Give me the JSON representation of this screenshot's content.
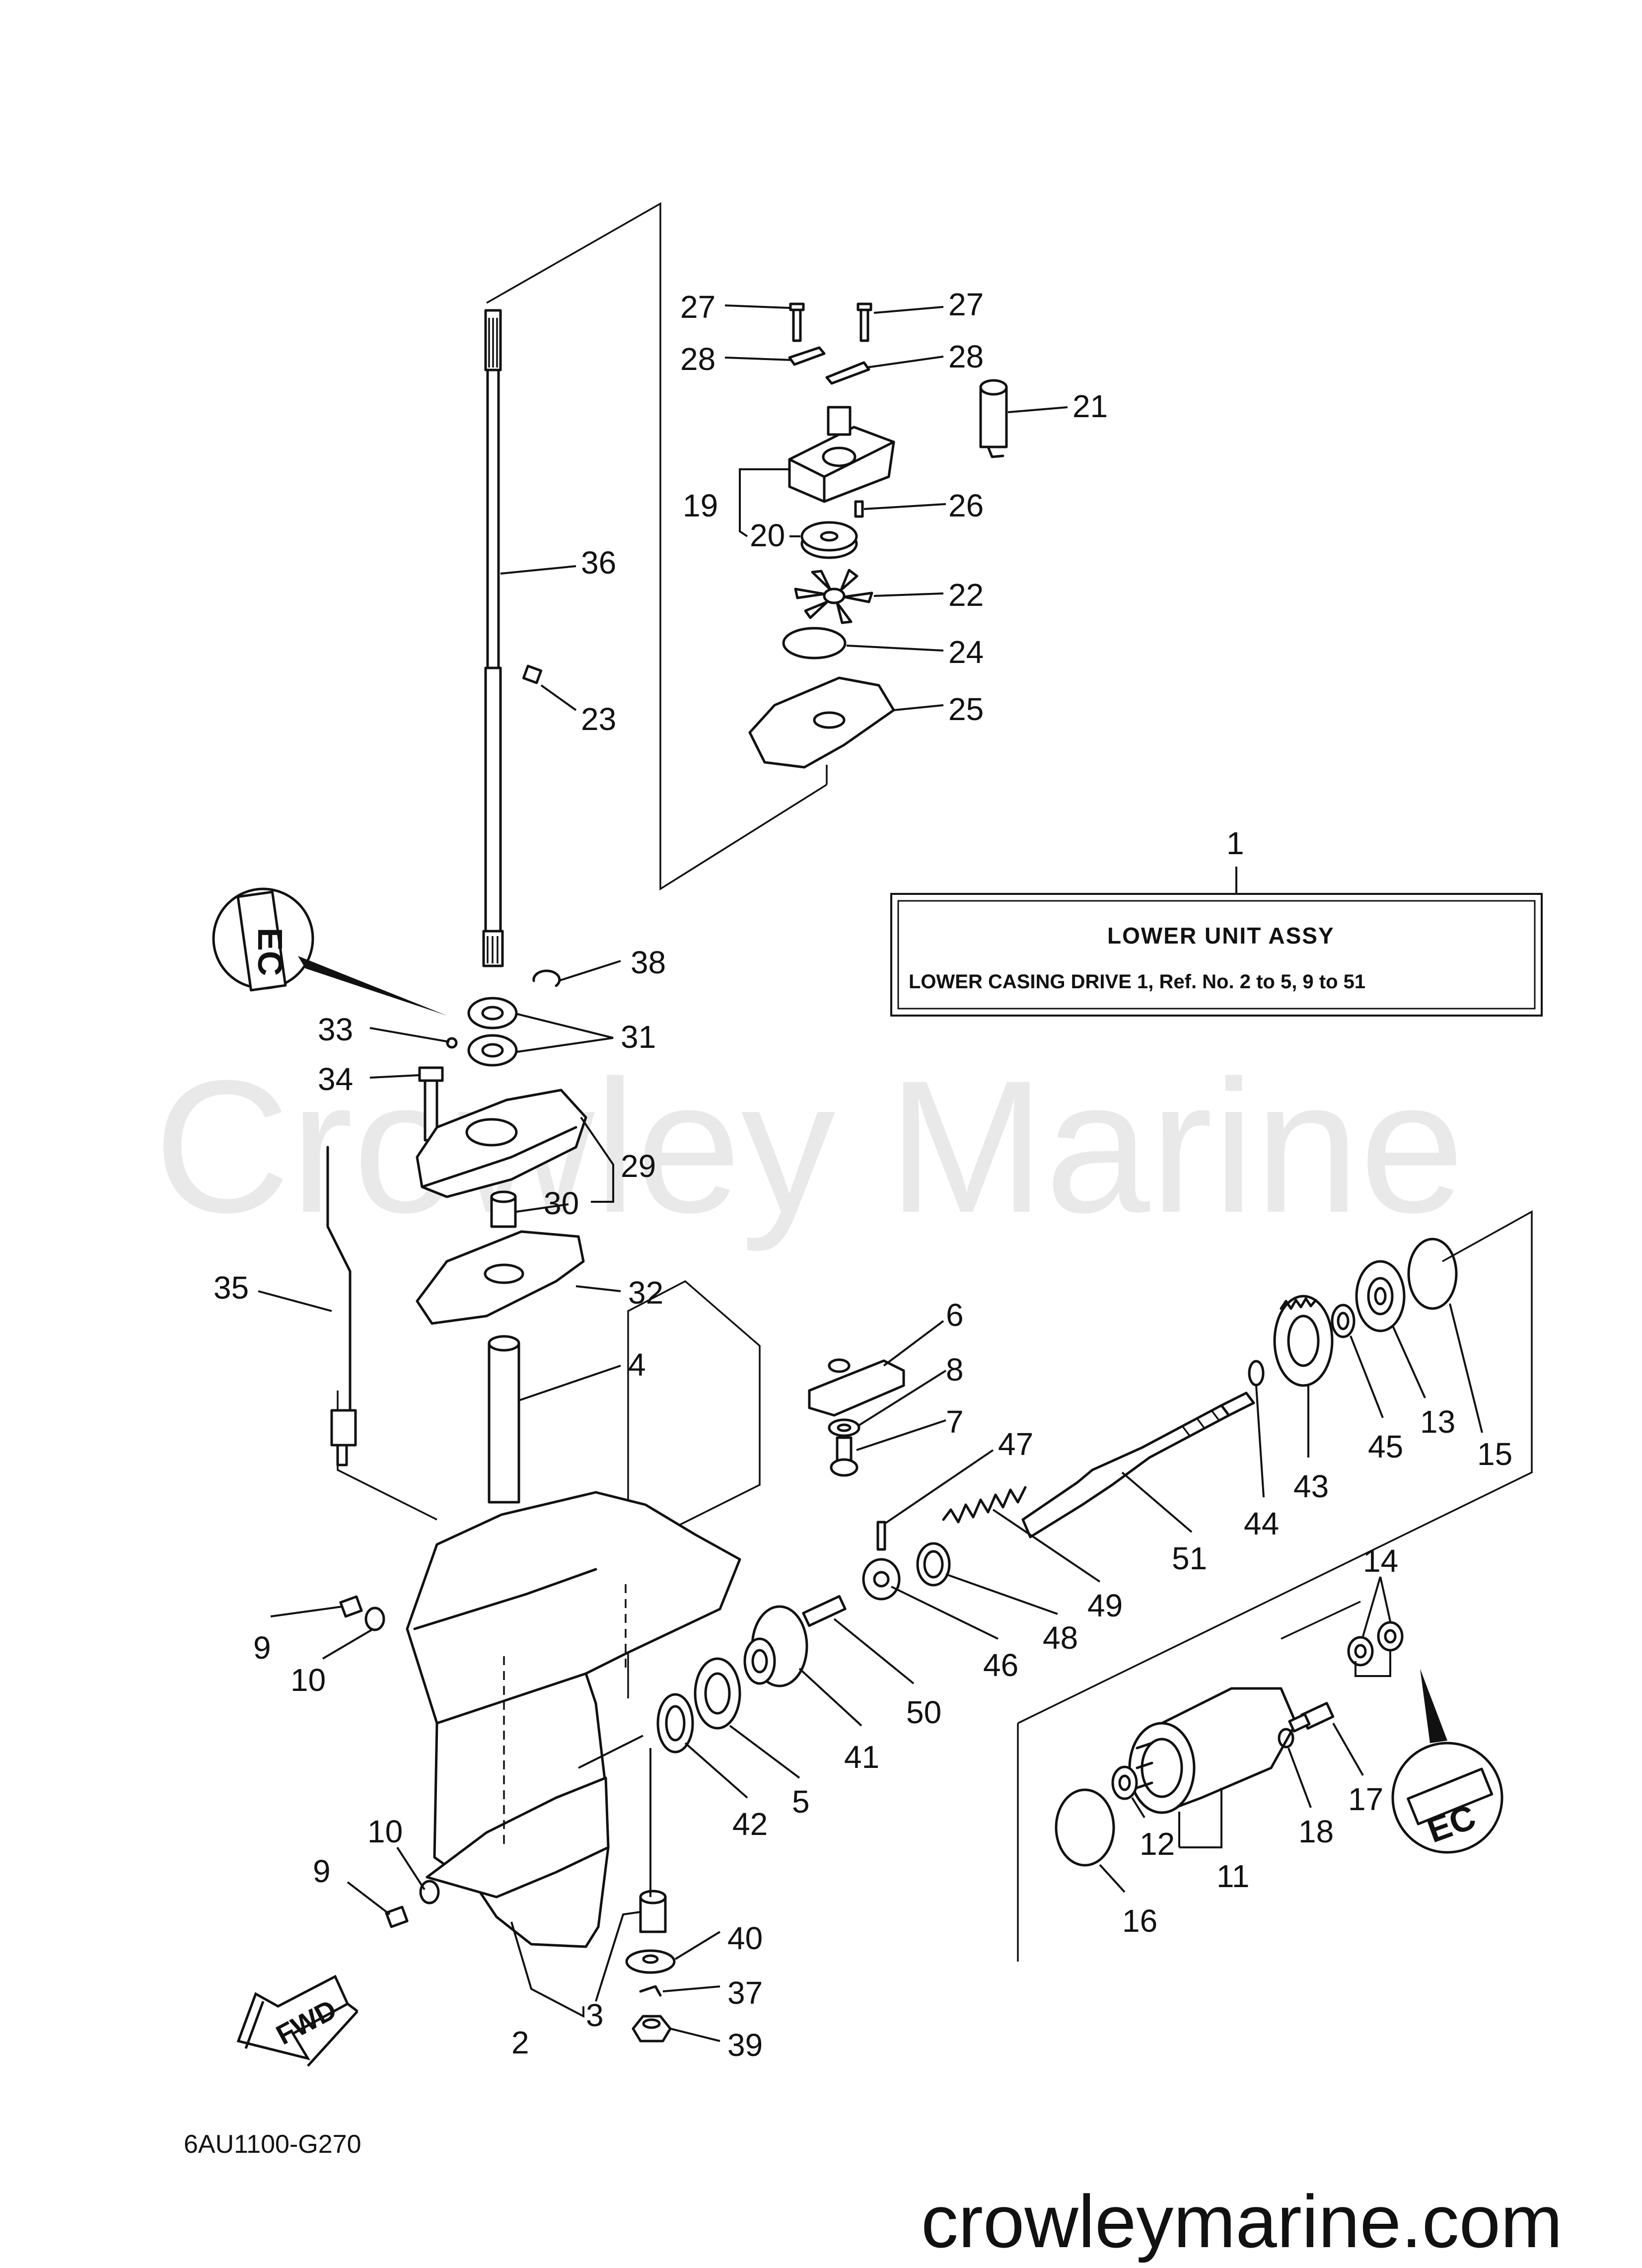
{
  "watermark": "Crowley Marine",
  "site": "crowleymarine.com",
  "diagram_code": "6AU1100-G270",
  "assy_box": {
    "ref": "1",
    "title": "LOWER  UNIT  ASSY",
    "subtitle": "LOWER CASING DRIVE 1,  Ref. No. 2 to 5, 9 to 51"
  },
  "fwd_label": "FWD",
  "grease_label": "EC",
  "callouts": {
    "c27a": "27",
    "c27b": "27",
    "c28a": "28",
    "c28b": "28",
    "c21": "21",
    "c19": "19",
    "c26": "26",
    "c20": "20",
    "c22": "22",
    "c24": "24",
    "c25": "25",
    "c36": "36",
    "c23": "23",
    "c38": "38",
    "c33": "33",
    "c31": "31",
    "c34": "34",
    "c29": "29",
    "c30": "30",
    "c35": "35",
    "c32": "32",
    "c4": "4",
    "c6": "6",
    "c8": "8",
    "c7": "7",
    "c47": "47",
    "c15": "15",
    "c13": "13",
    "c45": "45",
    "c43": "43",
    "c44": "44",
    "c51": "51",
    "c49": "49",
    "c48": "48",
    "c46": "46",
    "c14": "14",
    "c9a": "9",
    "c10a": "10",
    "c50": "50",
    "c41": "41",
    "c5": "5",
    "c42": "42",
    "c12": "12",
    "c11": "11",
    "c18": "18",
    "c17": "17",
    "c16": "16",
    "c10b": "10",
    "c9b": "9",
    "c40": "40",
    "c37": "37",
    "c3": "3",
    "c2": "2",
    "c39": "39"
  }
}
